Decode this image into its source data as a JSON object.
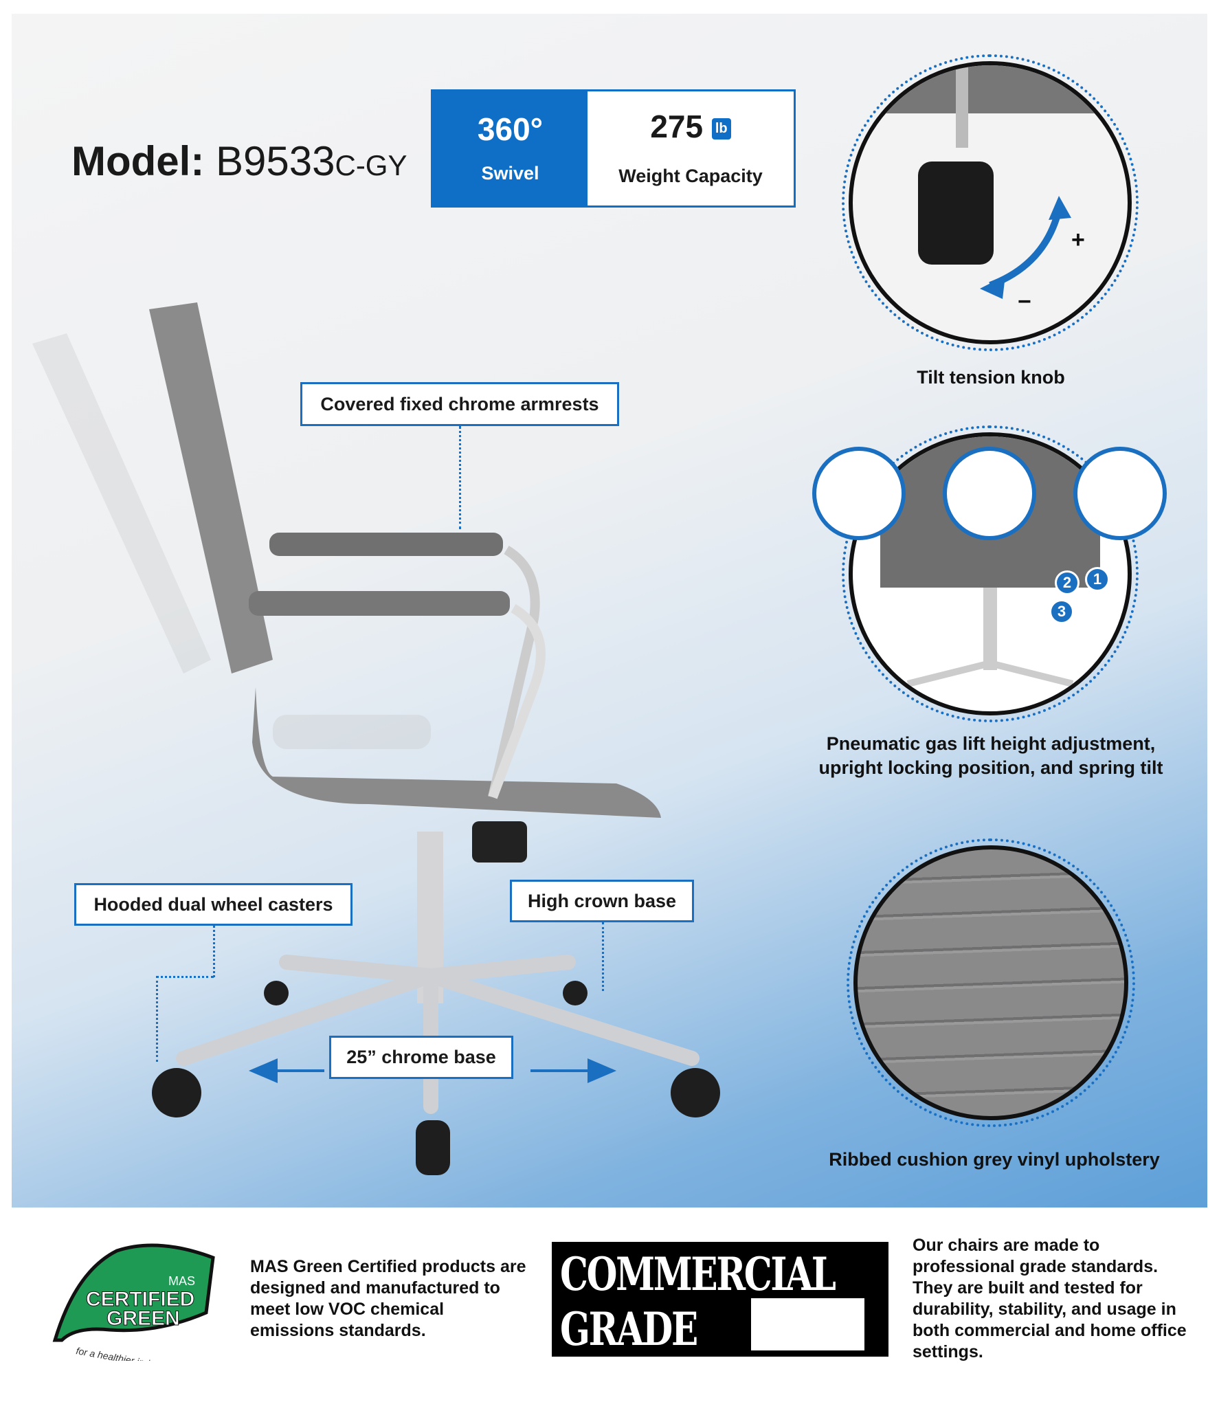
{
  "header": {
    "model_label": "Model:",
    "model_number": "B9533",
    "model_suffix": "C-GY"
  },
  "badges": {
    "swivel": {
      "value": "360°",
      "label": "Swivel",
      "icon": "rotate-arrows-icon"
    },
    "weight": {
      "value": "275",
      "unit": "lb",
      "label": "Weight Capacity",
      "icon": "weight-icon"
    }
  },
  "features": {
    "tilt": {
      "caption": "Tilt tension knob",
      "plus": "+",
      "minus": "−"
    },
    "mechanism": {
      "caption": "Pneumatic gas lift height adjustment, upright locking position, and spring tilt",
      "markers": [
        "1",
        "2",
        "3"
      ]
    },
    "upholstery": {
      "caption": "Ribbed cushion grey vinyl upholstery"
    }
  },
  "callouts": {
    "armrests": "Covered fixed chrome armrests",
    "casters": "Hooded dual wheel casters",
    "crown": "High crown base",
    "base": "25” chrome base"
  },
  "footer": {
    "logo_text": [
      "MAS",
      "CERTIFIED",
      "GREEN",
      "for a healthier indoor environment"
    ],
    "green_text": "MAS Green Certified products are designed and manufactured to meet low VOC chemical emissions standards.",
    "commercial": [
      "COMMERCIAL",
      "GRADE"
    ],
    "commercial_text": "Our chairs are made to professional grade standards. They are built and tested for durability, stability, and usage in both commercial and home office settings."
  },
  "colors": {
    "accent": "#0f6fc6",
    "green": "#1f9a55"
  }
}
